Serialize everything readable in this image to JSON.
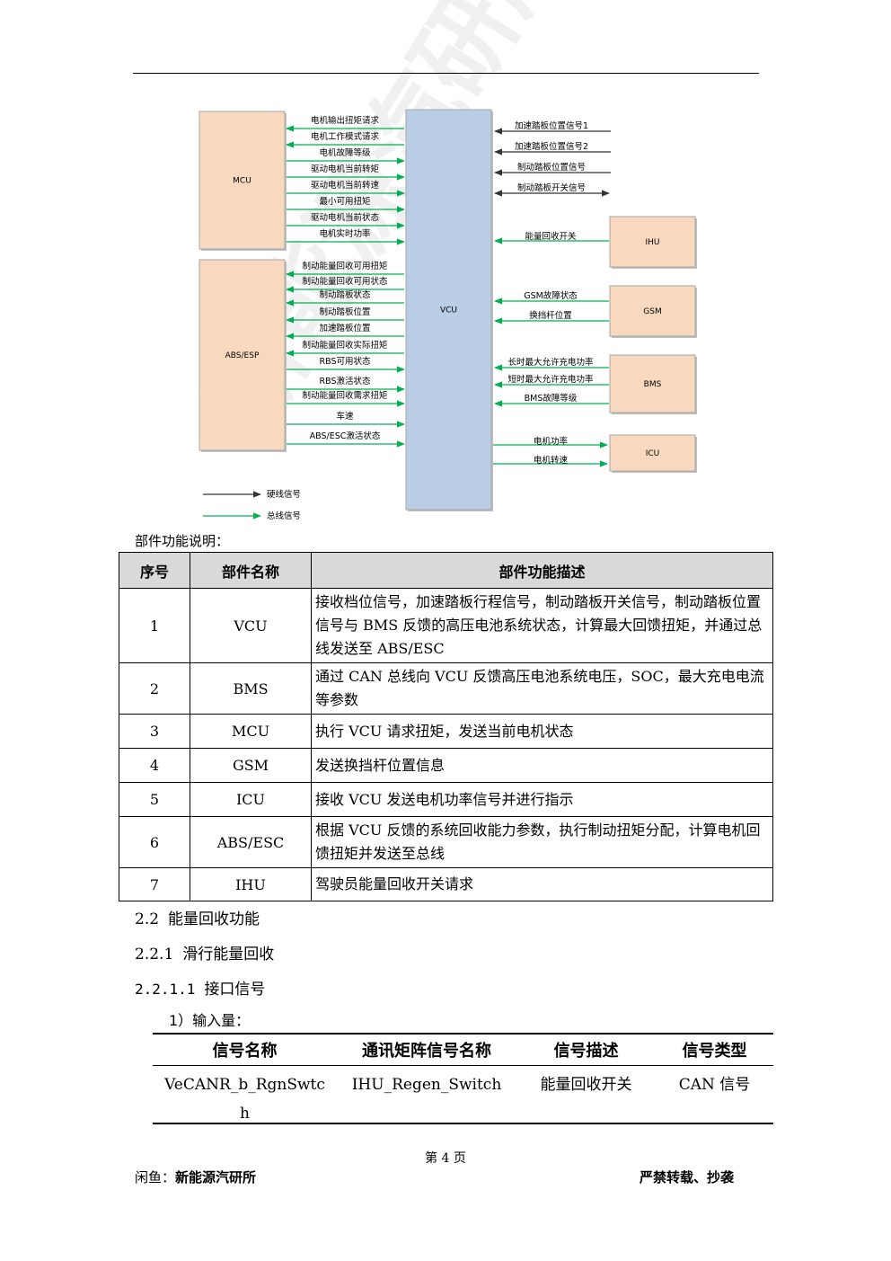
{
  "diagram": {
    "boxes": {
      "mcu": "MCU",
      "abs": "ABS/ESP",
      "vcu": "VCU",
      "ihu": "IHU",
      "gsm": "GSM",
      "bms": "BMS",
      "icu": "ICU"
    },
    "left_signals": [
      "电机输出扭矩请求",
      "电机工作模式请求",
      "电机故障等级",
      "驱动电机当前转矩",
      "驱动电机当前转速",
      "最小可用扭矩",
      "驱动电机当前状态",
      "电机实时功率",
      "制动能量回收可用扭矩",
      "制动能量回收可用状态",
      "制动踏板状态",
      "制动踏板位置",
      "加速踏板位置",
      "制动能量回收实际扭矩",
      "RBS可用状态",
      "RBS激活状态",
      "制动能量回收需求扭矩",
      "车速",
      "ABS/ESC激活状态"
    ],
    "right_hard_signals": [
      "加速踏板位置信号1",
      "加速踏板位置信号2",
      "制动踏板位置信号",
      "制动踏板开关信号"
    ],
    "ihu_signals": [
      "能量回收开关"
    ],
    "gsm_signals": [
      "GSM故障状态",
      "换挡杆位置"
    ],
    "bms_signals": [
      "长时最大允许充电功率",
      "短时最大允许充电功率",
      "BMS故障等级"
    ],
    "icu_signals": [
      "电机功率",
      "电机转速"
    ],
    "legend": {
      "hard": "硬线信号",
      "bus": "总线信号"
    },
    "colors": {
      "box_orange": "#f8d9bf",
      "box_blue": "#b9cde5",
      "bus_green": "#00b050"
    }
  },
  "section_label": "部件功能说明：",
  "table": {
    "headers": [
      "序号",
      "部件名称",
      "部件功能描述"
    ],
    "rows": [
      [
        "1",
        "VCU",
        "接收档位信号，加速踏板行程信号，制动踏板开关信号，制动踏板位置信号与 BMS 反馈的高压电池系统状态，计算最大回馈扭矩，并通过总线发送至 ABS/ESC"
      ],
      [
        "2",
        "BMS",
        "通过 CAN 总线向 VCU 反馈高压电池系统电压，SOC，最大充电电流等参数"
      ],
      [
        "3",
        "MCU",
        "执行 VCU 请求扭矩，发送当前电机状态"
      ],
      [
        "4",
        "GSM",
        "发送换挡杆位置信息"
      ],
      [
        "5",
        "ICU",
        "接收 VCU 发送电机功率信号并进行指示"
      ],
      [
        "6",
        "ABS/ESC",
        "根据 VCU 反馈的系统回收能力参数，执行制动扭矩分配，计算电机回馈扭矩并发送至总线"
      ],
      [
        "7",
        "IHU",
        "驾驶员能量回收开关请求"
      ]
    ]
  },
  "headings": [
    {
      "num": "2.2",
      "text": "能量回收功能"
    },
    {
      "num": "2.2.1",
      "text": "滑行能量回收"
    },
    {
      "num": "2.2.1.1",
      "text": "接口信号"
    }
  ],
  "input_label": "1）输入量：",
  "input_table": {
    "headers": [
      "信号名称",
      "通讯矩阵信号名称",
      "信号描述",
      "信号类型"
    ],
    "row": [
      "VeCANR_b_RgnSwtc",
      "h",
      "IHU_Regen_Switch",
      "能量回收开关",
      "CAN 信号"
    ]
  },
  "footer": {
    "page": "第 4 页",
    "left": "闲鱼：",
    "left_bold": "新能源汽研所",
    "right": "严禁转载、抄袭"
  },
  "watermark": "新能源汽研所"
}
